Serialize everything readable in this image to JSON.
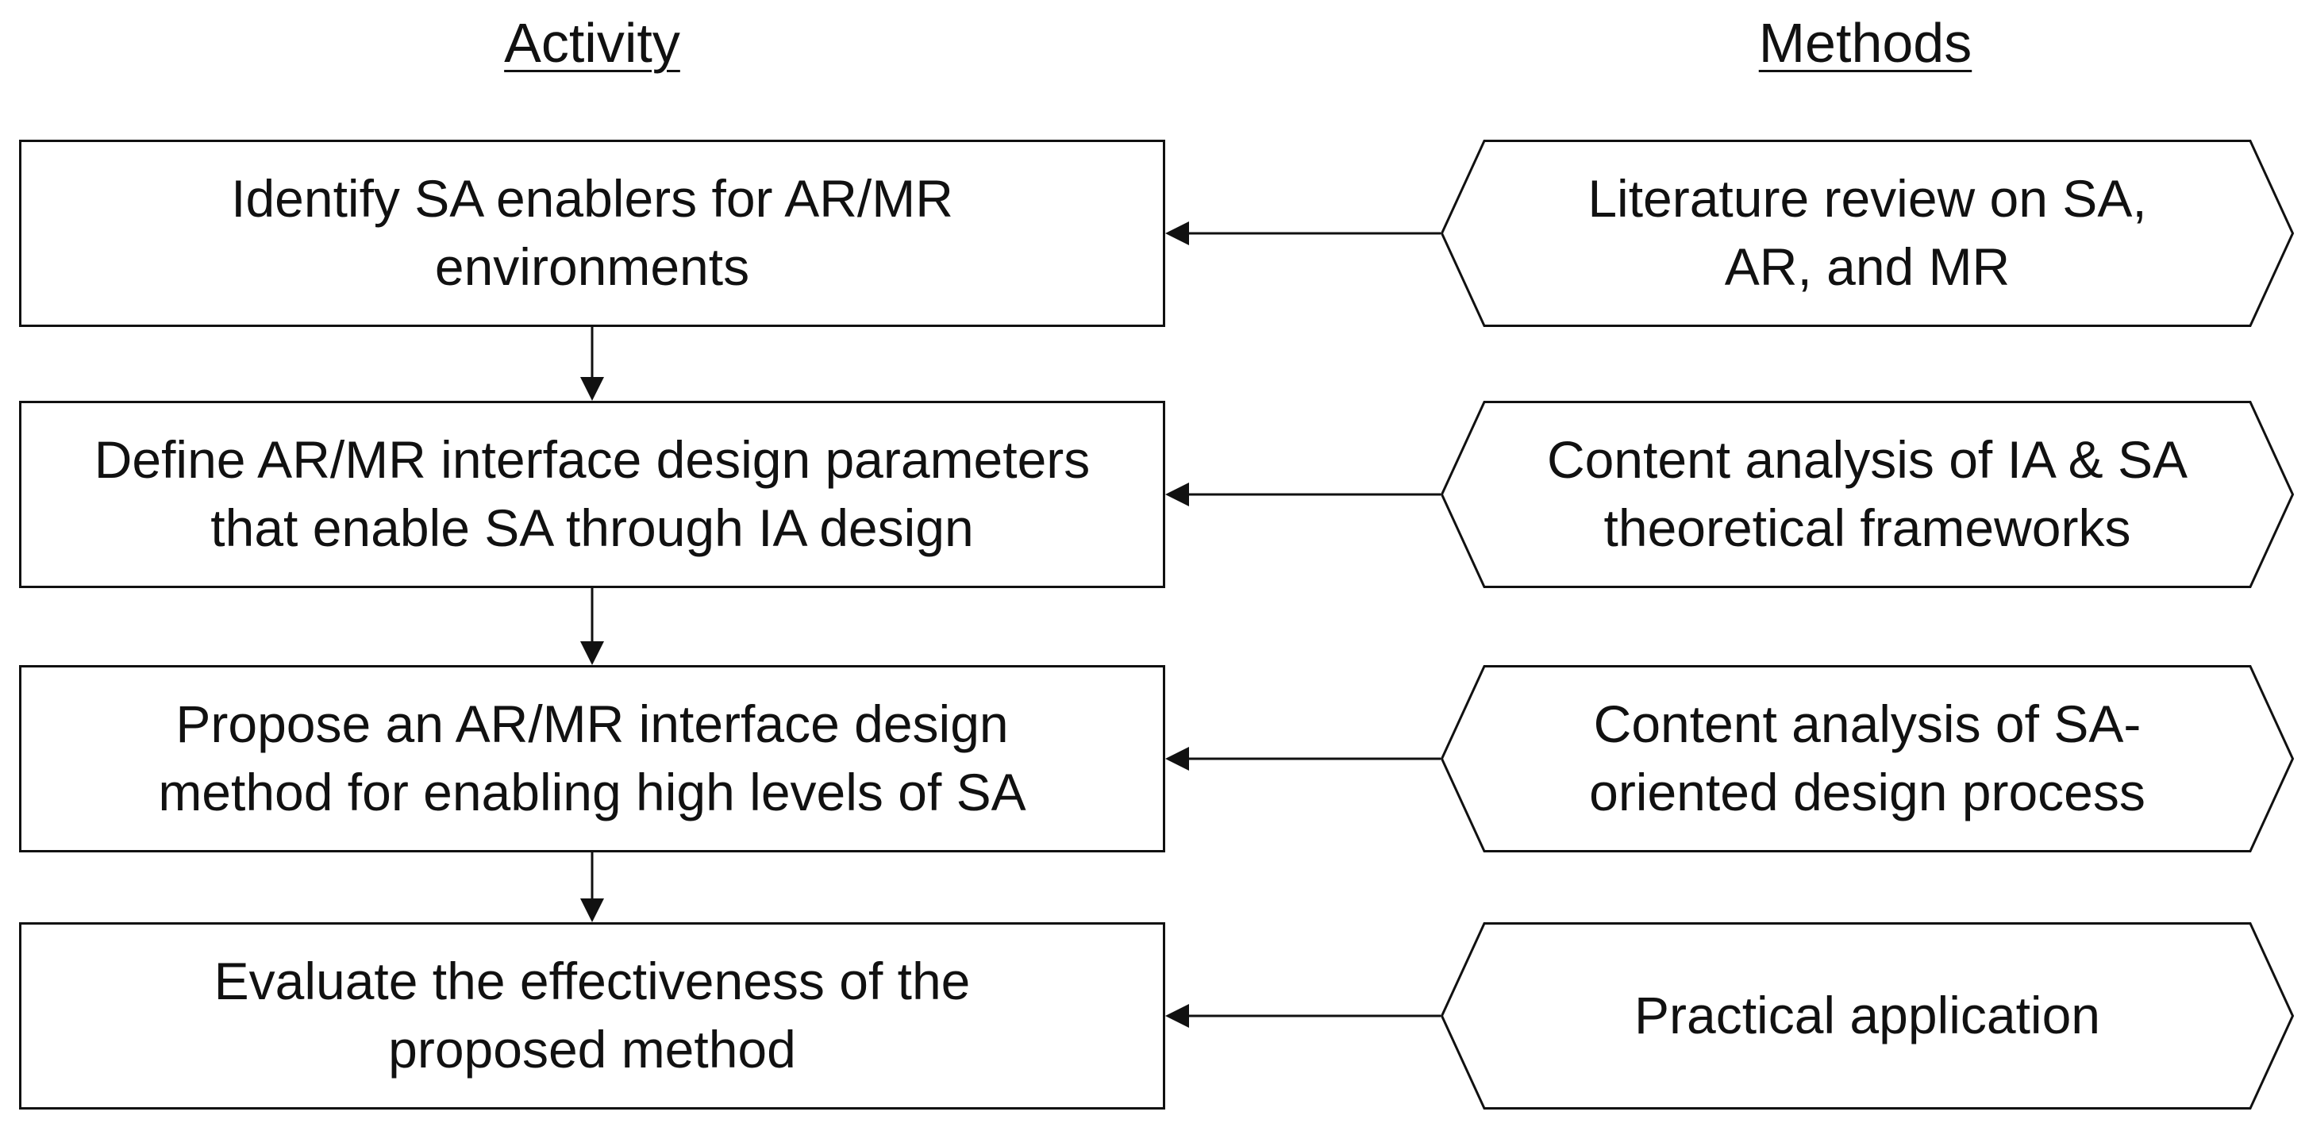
{
  "headers": {
    "activity": "Activity",
    "methods": "Methods"
  },
  "activities": [
    {
      "label": "Identify SA enablers for AR/MR\nenvironments"
    },
    {
      "label": "Define AR/MR interface design parameters\nthat enable SA through IA design"
    },
    {
      "label": "Propose an AR/MR interface design\nmethod for enabling high levels of SA"
    },
    {
      "label": "Evaluate the effectiveness of the\nproposed method"
    }
  ],
  "methods": [
    {
      "label": "Literature review on SA,\nAR, and MR"
    },
    {
      "label": "Content analysis of IA & SA\ntheoretical frameworks"
    },
    {
      "label": "Content analysis of SA-\noriented design process"
    },
    {
      "label": "Practical application"
    }
  ],
  "colors": {
    "stroke": "#111111",
    "background": "#ffffff"
  }
}
